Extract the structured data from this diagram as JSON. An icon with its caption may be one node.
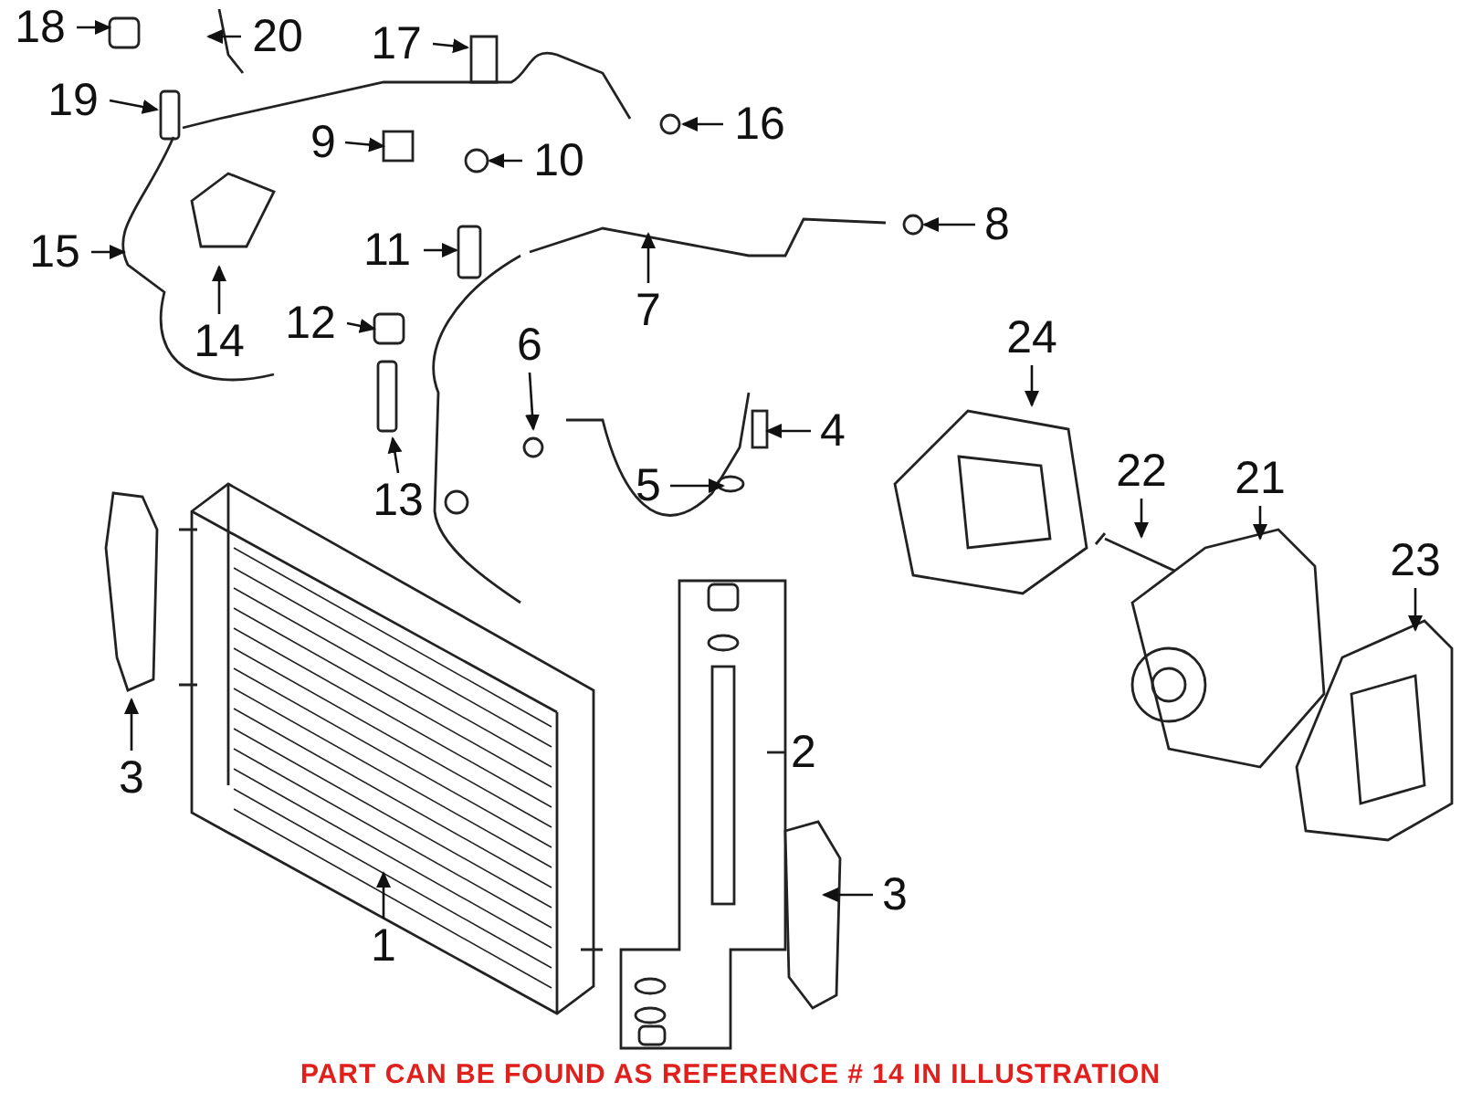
{
  "diagram": {
    "caption": "PART CAN BE FOUND AS REFERENCE # 14 IN ILLUSTRATION",
    "nodes": [
      {
        "text": [
          "18"
        ]
      },
      {
        "text": [
          "20"
        ]
      },
      {
        "text": [
          "17"
        ]
      },
      {
        "text": [
          "19"
        ]
      },
      {
        "text": [
          "16"
        ]
      },
      {
        "text": [
          "9"
        ]
      },
      {
        "text": [
          "10"
        ]
      },
      {
        "text": [
          "8"
        ]
      },
      {
        "text": [
          "15"
        ]
      },
      {
        "text": [
          "11"
        ]
      },
      {
        "text": [
          "7"
        ]
      },
      {
        "text": [
          "14"
        ]
      },
      {
        "text": [
          "12"
        ]
      },
      {
        "text": [
          "6"
        ]
      },
      {
        "text": [
          "24"
        ]
      },
      {
        "text": [
          "4"
        ]
      },
      {
        "text": [
          "22"
        ]
      },
      {
        "text": [
          "21"
        ]
      },
      {
        "text": [
          "5"
        ]
      },
      {
        "text": [
          "13"
        ]
      },
      {
        "text": [
          "23"
        ]
      },
      {
        "text": [
          "3"
        ]
      },
      {
        "text": [
          "3"
        ]
      },
      {
        "text": [
          "1"
        ]
      }
    ],
    "edges": [
      {
        "from": 0,
        "to": null,
        "arrow": "to"
      },
      {
        "from": 1,
        "to": null,
        "arrow": "to"
      },
      {
        "from": 2,
        "to": null,
        "arrow": "to"
      },
      {
        "from": 3,
        "to": null,
        "arrow": "to"
      },
      {
        "from": 4,
        "to": null,
        "arrow": "to"
      },
      {
        "from": 5,
        "to": null,
        "arrow": "to"
      },
      {
        "from": 6,
        "to": null,
        "arrow": "to"
      },
      {
        "from": 7,
        "to": null,
        "arrow": "to"
      },
      {
        "from": 8,
        "to": null,
        "arrow": "to"
      },
      {
        "from": 9,
        "to": null,
        "arrow": "to"
      },
      {
        "from": 10,
        "to": null,
        "arrow": "to"
      },
      {
        "from": 11,
        "to": null,
        "arrow": "to"
      },
      {
        "from": 12,
        "to": null,
        "arrow": "to"
      },
      {
        "from": 13,
        "to": null,
        "arrow": "to"
      },
      {
        "from": 14,
        "to": null,
        "arrow": "to"
      },
      {
        "from": 15,
        "to": null,
        "arrow": "to"
      },
      {
        "from": 16,
        "to": null,
        "arrow": "to"
      },
      {
        "from": 17,
        "to": null,
        "arrow": "to"
      },
      {
        "from": 18,
        "to": null,
        "arrow": "to"
      },
      {
        "from": 19,
        "to": null,
        "arrow": "to"
      },
      {
        "from": 20,
        "to": null,
        "arrow": "to"
      },
      {
        "from": 21,
        "to": null,
        "arrow": "to"
      },
      {
        "from": 22,
        "to": null,
        "arrow": "to"
      },
      {
        "from": 23,
        "to": null,
        "arrow": "to"
      }
    ],
    "labels": [
      "2"
    ]
  }
}
